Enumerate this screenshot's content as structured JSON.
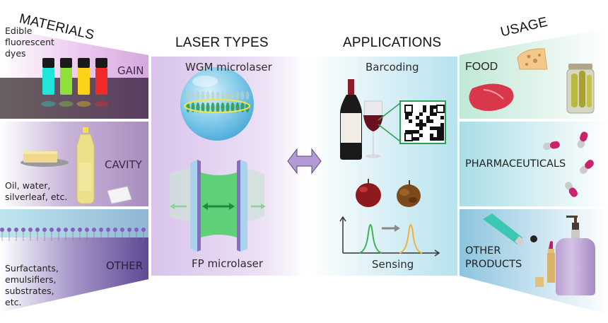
{
  "figure": {
    "sections": {
      "materials": {
        "title": "MATERIALS",
        "panels": [
          {
            "label": "GAIN",
            "description": "Edible fluorescent dyes",
            "description_lines": [
              "Edible",
              "fluorescent",
              "dyes"
            ],
            "vial_colors": [
              "#1fe6d8",
              "#8fe03a",
              "#ffd21a",
              "#f22a2a"
            ]
          },
          {
            "label": "CAVITY",
            "description": "Oil, water, silverleaf, etc.",
            "description_lines": [
              "Oil, water,",
              "silverleaf, etc."
            ]
          },
          {
            "label": "OTHER",
            "description": "Surfactants, emulsifiers, substrates, etc.",
            "description_lines": [
              "Surfactants,",
              "emulsifiers,",
              "substrates,",
              "etc."
            ]
          }
        ]
      },
      "laser_types": {
        "title": "LASER TYPES",
        "items": [
          {
            "label": "WGM microlaser"
          },
          {
            "label": "FP microlaser"
          }
        ]
      },
      "applications": {
        "title": "APPLICATIONS",
        "items": [
          {
            "label": "Barcoding"
          },
          {
            "label": "Sensing"
          }
        ]
      },
      "usage": {
        "title": "USAGE",
        "panels": [
          {
            "label": "FOOD"
          },
          {
            "label": "PHARMACEUTICALS"
          },
          {
            "label": "OTHER PRODUCTS",
            "label_lines": [
              "OTHER",
              "PRODUCTS"
            ]
          }
        ]
      }
    },
    "connector": "double-arrow-icon",
    "colors": {
      "laser_panel": "#dcc8ec",
      "applications_panel": "#c7e9f1",
      "gain_dark": "#5a3f5e",
      "cavity": "#a98fc0",
      "other_material": "#6f5aa0",
      "food": "#c9ebd9",
      "pharma": "#b5e4ea",
      "other_products": "#9fcde4",
      "arrow": "#b39ad6"
    }
  }
}
